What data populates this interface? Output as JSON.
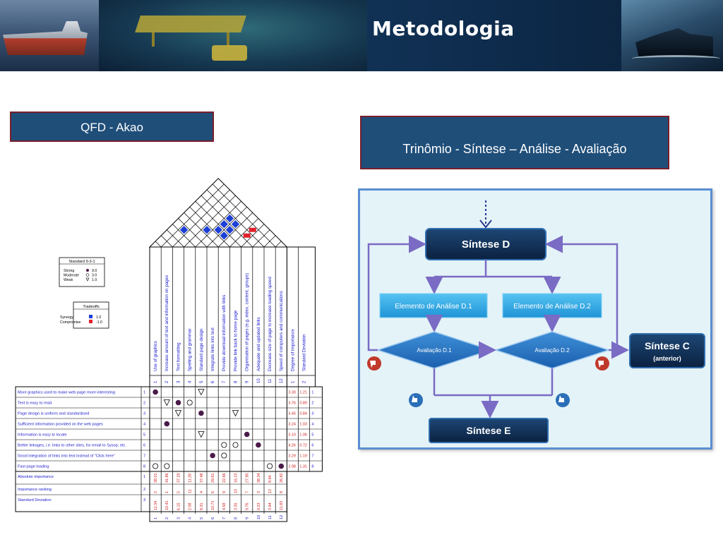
{
  "slide": {
    "title": "Metodologia",
    "left_label": "QFD - Akao",
    "right_label": "Trinômio - Síntese – Análise - Avaliação"
  },
  "qfd": {
    "legend_standard": {
      "title": "Standard 9-3-1",
      "rows": [
        {
          "label": "Strong",
          "value": "9.0"
        },
        {
          "label": "Moderate",
          "value": "3.0"
        },
        {
          "label": "Weak",
          "value": "1.0"
        }
      ]
    },
    "legend_tradeoffs": {
      "title": "Tradeoffs",
      "rows": [
        {
          "label": "Synergy",
          "value": "1.0"
        },
        {
          "label": "Compromise",
          "value": "-1.0"
        }
      ]
    },
    "columns": [
      "Use of graphics",
      "Increase amount of text and information on pages",
      "Text formatting",
      "Spelling and grammar",
      "Standard page design",
      "Integrate links into text",
      "Provide download information with links",
      "Provide link back to home page",
      "Organisation of pages (e.g. index, content, groups)",
      "Adequate and updated links",
      "Decrease size of page to increase loading speed",
      "Speed of computers and communications"
    ],
    "column_numbers": [
      "1",
      "2",
      "3",
      "4",
      "5",
      "6",
      "7",
      "8",
      "9",
      "10",
      "11",
      "12"
    ],
    "side_columns": [
      "Degree of Importance",
      "Standard Deviation"
    ],
    "side_column_numbers": [
      "1",
      "2"
    ],
    "rows": [
      {
        "num": "1",
        "label": "More graphics used to make web page more interesting",
        "importance": "3.30",
        "sd": "1.21",
        "rank": "1"
      },
      {
        "num": "2",
        "label": "Text is easy to read",
        "importance": "3.76",
        "sd": "0.89",
        "rank": "2"
      },
      {
        "num": "3",
        "label": "Page design is uniform and standardised",
        "importance": "3.45",
        "sd": "0.84",
        "rank": "3"
      },
      {
        "num": "4",
        "label": "Sufficient information provided on the web pages",
        "importance": "3.24",
        "sd": "1.03",
        "rank": "4"
      },
      {
        "num": "5",
        "label": "Information is easy to locate",
        "importance": "3.10",
        "sd": "1.06",
        "rank": "5"
      },
      {
        "num": "6",
        "label": "Better linkages, i.e. links to other sites, for email to Sysop, etc.",
        "importance": "4.26",
        "sd": "0.72",
        "rank": "6"
      },
      {
        "num": "7",
        "label": "Good integration of links into text instead of \"Click here\"",
        "importance": "3.29",
        "sd": "1.19",
        "rank": "7"
      },
      {
        "num": "8",
        "label": "Fast page loading",
        "importance": "2.98",
        "sd": "1.31",
        "rank": "8"
      }
    ],
    "relations": [
      {
        "row": 0,
        "col": 0,
        "type": "strong"
      },
      {
        "row": 0,
        "col": 4,
        "type": "weak"
      },
      {
        "row": 1,
        "col": 1,
        "type": "weak"
      },
      {
        "row": 1,
        "col": 2,
        "type": "strong"
      },
      {
        "row": 1,
        "col": 3,
        "type": "moderate"
      },
      {
        "row": 2,
        "col": 2,
        "type": "weak"
      },
      {
        "row": 2,
        "col": 4,
        "type": "strong"
      },
      {
        "row": 2,
        "col": 7,
        "type": "weak"
      },
      {
        "row": 3,
        "col": 1,
        "type": "strong"
      },
      {
        "row": 4,
        "col": 4,
        "type": "weak"
      },
      {
        "row": 4,
        "col": 8,
        "type": "strong"
      },
      {
        "row": 5,
        "col": 6,
        "type": "moderate"
      },
      {
        "row": 5,
        "col": 7,
        "type": "moderate"
      },
      {
        "row": 5,
        "col": 9,
        "type": "strong"
      },
      {
        "row": 6,
        "col": 5,
        "type": "strong"
      },
      {
        "row": 6,
        "col": 6,
        "type": "moderate"
      },
      {
        "row": 7,
        "col": 0,
        "type": "moderate"
      },
      {
        "row": 7,
        "col": 1,
        "type": "moderate"
      },
      {
        "row": 7,
        "col": 10,
        "type": "moderate"
      },
      {
        "row": 7,
        "col": 11,
        "type": "strong"
      }
    ],
    "roof_marks": [
      {
        "i": 7,
        "j": 9,
        "type": "compromise"
      },
      {
        "i": 7,
        "j": 10,
        "type": "compromise"
      },
      {
        "i": 5,
        "j": 8,
        "type": "synergy"
      },
      {
        "i": 1,
        "j": 4,
        "type": "synergy"
      },
      {
        "i": 4,
        "j": 9,
        "type": "synergy"
      },
      {
        "i": 5,
        "j": 9,
        "type": "synergy"
      },
      {
        "i": 3,
        "j": 6,
        "type": "synergy"
      },
      {
        "i": 4,
        "j": 8,
        "type": "synergy"
      },
      {
        "i": 4,
        "j": 7,
        "type": "synergy"
      },
      {
        "i": 5,
        "j": 7,
        "type": "synergy"
      }
    ],
    "bottom_rows": [
      {
        "num": "1",
        "label": "Absolute importance",
        "values": [
          "38.01",
          "41.86",
          "37.29",
          "11.28",
          "37.48",
          "29.61",
          "22.66",
          "16.23",
          "27.90",
          "38.34",
          "8.94",
          "26.82"
        ]
      },
      {
        "num": "2",
        "label": "Importance ranking",
        "values": [
          "2",
          "1",
          "5",
          "11",
          "4",
          "6",
          "9",
          "10",
          "7",
          "3",
          "12",
          "8"
        ]
      },
      {
        "num": "3",
        "label": "Standard Deviation",
        "values": [
          "11.34",
          "10.41",
          "6.15",
          "2.08",
          "8.31",
          "10.71",
          "4.58",
          "3.35",
          "9.76",
          "9.23",
          "3.94",
          "11.83"
        ]
      }
    ]
  },
  "flow": {
    "top_box": "Síntese D",
    "element_left": "Elemento de Análise D.1",
    "element_right": "Elemento de Análise D.2",
    "diamond_left": "Avaliação D.1",
    "diamond_right": "Avaliação D.2",
    "side_box_title": "Síntese C",
    "side_box_sub": "(anterior)",
    "bottom_box": "Síntese E",
    "colors": {
      "dark_box": "#0f2a4a",
      "light_box": "#2ea8e6",
      "diamond": "#1f74c4",
      "arrow": "#7a6bc4"
    }
  }
}
